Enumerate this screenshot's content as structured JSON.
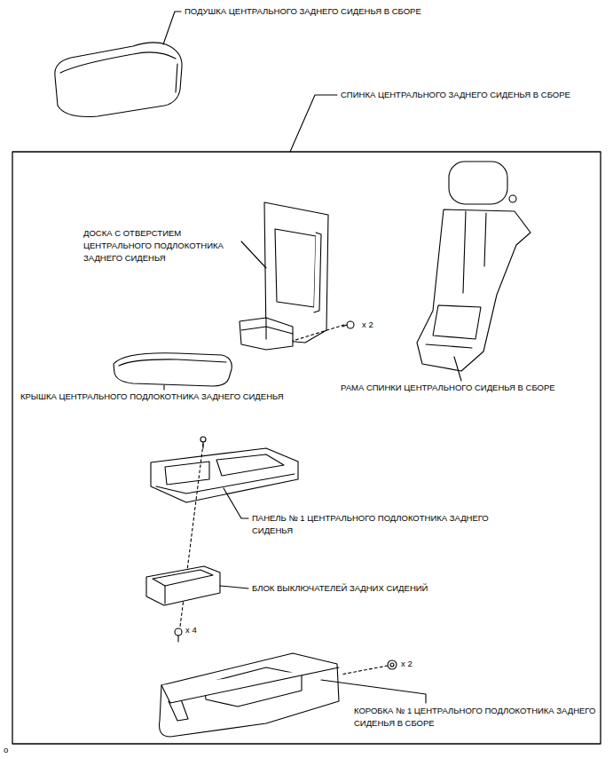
{
  "diagram": {
    "labels": [
      "ПОДУШКА ЦЕНТРАЛЬНОГО ЗАДНЕГО СИДЕНЬЯ В СБОРЕ",
      "СПИНКА ЦЕНТРАЛЬНОГО ЗАДНЕГО СИДЕНЬЯ В СБОРЕ",
      "ДОСКА С ОТВЕРСТИЕМ ЦЕНТРАЛЬНОГО ПОДЛОКОТНИКА ЗАДНЕГО СИДЕНЬЯ",
      "x 2",
      "КРЫШКА ЦЕНТРАЛЬНОГО ПОДЛОКОТНИКА ЗАДНЕГО СИДЕНЬЯ",
      "РАМА СПИНКИ ЦЕНТРАЛЬНОГО СИДЕНЬЯ В СБОРЕ",
      "ПАНЕЛЬ № 1 ЦЕНТРАЛЬНОГО ПОДЛОКОТНИКА ЗАДНЕГО СИДЕНЬЯ",
      "БЛОК ВЫКЛЮЧАТЕЛЕЙ ЗАДНИХ СИДЕНИЙ",
      "x 4",
      "x 2",
      "КОРОБКА № 1 ЦЕНТРАЛЬНОГО ПОДЛОКОТНИКА ЗАДНЕГО СИДЕНЬЯ В СБОРЕ",
      "o"
    ]
  }
}
